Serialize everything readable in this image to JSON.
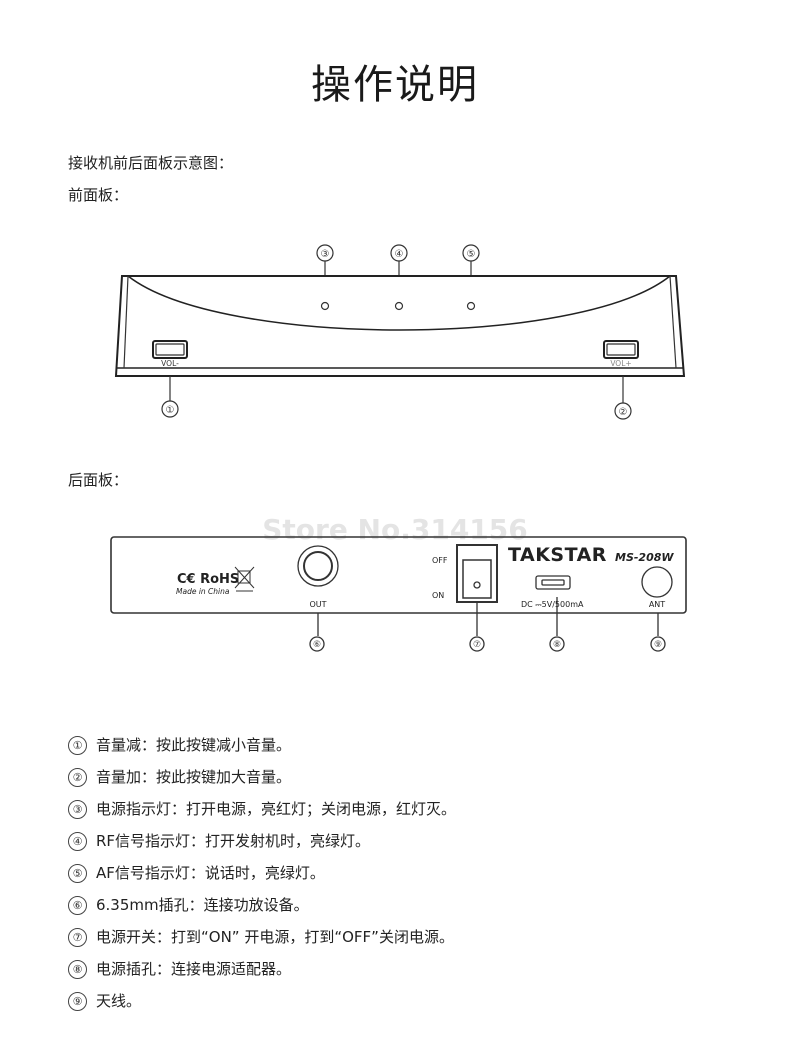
{
  "title": "操作说明",
  "intro": "接收机前后面板示意图：",
  "front_label": "前面板：",
  "rear_label": "后面板：",
  "front_panel": {
    "vol_minus": "VOL-",
    "vol_plus": "VOL+",
    "callouts": [
      "①",
      "②",
      "③",
      "④",
      "⑤"
    ]
  },
  "rear_panel": {
    "watermark": "Store No.314156",
    "ce_rohs": "C€ RoHS",
    "made_in": "Made in China",
    "out_label": "OUT",
    "off_label": "OFF",
    "on_label": "ON",
    "brand": "TAKSTAR",
    "model": "MS-208W",
    "dc_label": "DC ⎓5V/500mA",
    "ant_label": "ANT",
    "callouts": [
      "⑥",
      "⑦",
      "⑧",
      "⑨"
    ]
  },
  "items": [
    {
      "num": "①",
      "text": "音量减：按此按键减小音量。"
    },
    {
      "num": "②",
      "text": "音量加：按此按键加大音量。"
    },
    {
      "num": "③",
      "text": "电源指示灯：打开电源，亮红灯；关闭电源，红灯灭。"
    },
    {
      "num": "④",
      "text": "RF信号指示灯：打开发射机时，亮绿灯。"
    },
    {
      "num": "⑤",
      "text": "AF信号指示灯：说话时，亮绿灯。"
    },
    {
      "num": "⑥",
      "text": "6.35mm插孔：连接功放设备。"
    },
    {
      "num": "⑦",
      "text": "电源开关：打到“ON” 开电源，打到“OFF”关闭电源。"
    },
    {
      "num": "⑧",
      "text": "电源插孔：连接电源适配器。"
    },
    {
      "num": "⑨",
      "text": "天线。"
    }
  ]
}
